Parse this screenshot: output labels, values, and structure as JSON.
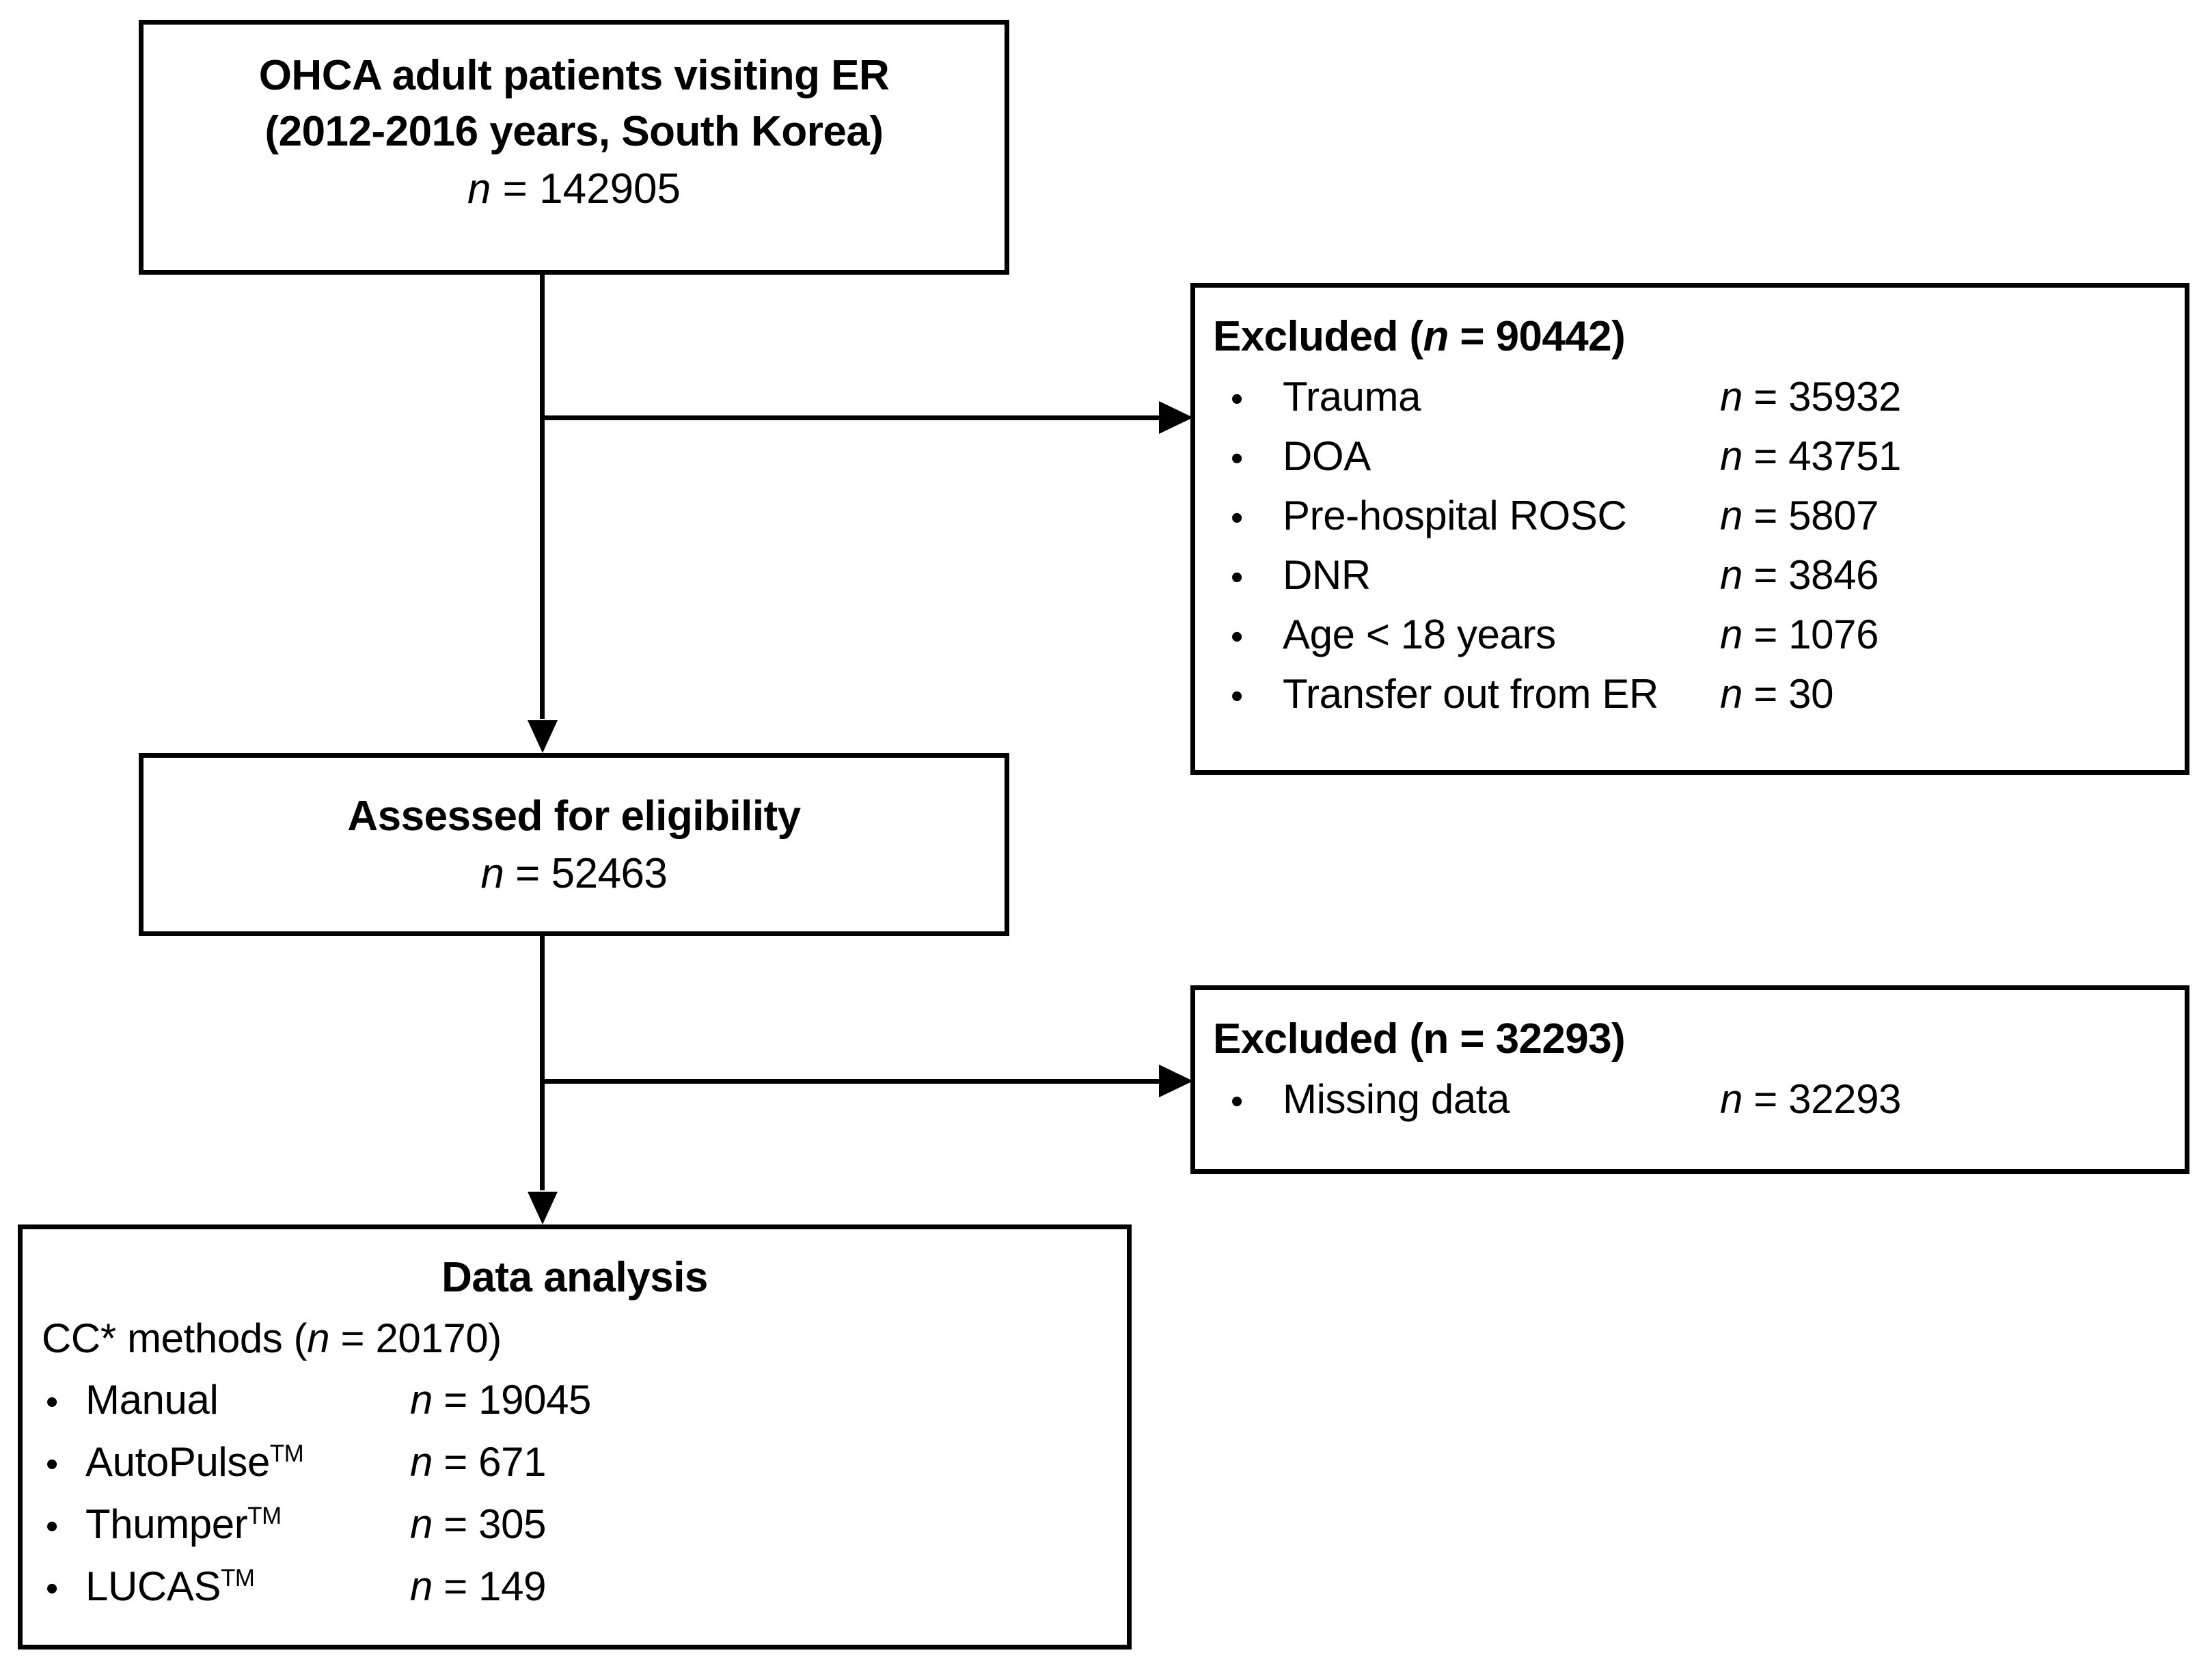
{
  "figure": {
    "type": "flowchart",
    "title": "CONSORT-style patient selection flow diagram",
    "colors": {
      "line": "#000000",
      "background": "#ffffff",
      "text": "#000000"
    }
  },
  "box_source": {
    "line1": "OHCA adult patients visiting ER",
    "line2": "(2012-2016 years, South Korea)",
    "n_prefix": "n",
    "n_eq": " = ",
    "n_value": "142905"
  },
  "box_excluded_1": {
    "heading_prefix": "Excluded (",
    "heading_n": "n",
    "heading_eq": " = ",
    "heading_value": "90442",
    "heading_suffix": ")",
    "bullet": "•",
    "items": [
      {
        "label": "Trauma",
        "n": "n",
        "eq": " = ",
        "value": "35932"
      },
      {
        "label": "DOA",
        "n": "n",
        "eq": " = ",
        "value": "43751"
      },
      {
        "label": "Pre-hospital ROSC",
        "n": "n",
        "eq": " = ",
        "value": "5807"
      },
      {
        "label": "DNR",
        "n": "n",
        "eq": " = ",
        "value": "3846"
      },
      {
        "label": "Age < 18 years",
        "n": "n",
        "eq": " = ",
        "value": "1076"
      },
      {
        "label": "Transfer out from ER",
        "n": "n",
        "eq": " = ",
        "value": "30"
      }
    ]
  },
  "box_eligible": {
    "title": "Assessed for eligibility",
    "n_prefix": "n",
    "n_eq": " = ",
    "n_value": "52463"
  },
  "box_excluded_2": {
    "heading": "Excluded (n = 32293)",
    "bullet": "•",
    "items": [
      {
        "label": "Missing data",
        "n": "n",
        "eq": " = ",
        "value": "32293"
      }
    ]
  },
  "box_analysis": {
    "title": "Data analysis",
    "subtitle_pre": "CC* methods (",
    "subtitle_n": "n",
    "subtitle_eq": " = ",
    "subtitle_value": "20170",
    "subtitle_post": ")",
    "bullet": "•",
    "items": [
      {
        "label": "Manual",
        "tm": "",
        "n": "n",
        "eq": " = ",
        "value": "19045"
      },
      {
        "label": "AutoPulse",
        "tm": "TM",
        "n": "n",
        "eq": " = ",
        "value": "671"
      },
      {
        "label": "Thumper",
        "tm": "TM",
        "n": "n",
        "eq": " = ",
        "value": "305"
      },
      {
        "label": "LUCAS",
        "tm": "TM",
        "n": "n",
        "eq": " = ",
        "value": "149"
      }
    ]
  },
  "connectors": {
    "main_spine": "vertical-trunk",
    "branch_1": "to-excluded-1",
    "branch_2": "to-excluded-2",
    "arrow_1": "to-eligibility",
    "arrow_2": "to-data-analysis"
  }
}
